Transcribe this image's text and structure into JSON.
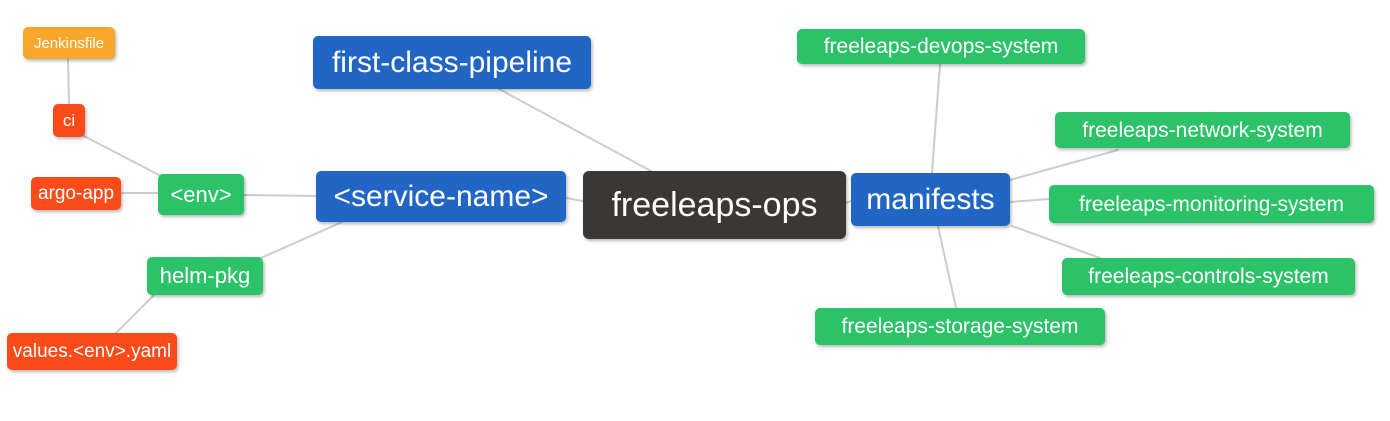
{
  "diagram": {
    "type": "mindmap",
    "background": "#ffffff",
    "edge_color": "#cccccc",
    "text_color": "#ffffff",
    "palette": {
      "blue": "#2166c5",
      "green": "#2bc268",
      "red": "#fb4b19",
      "amber": "#f9a72b",
      "dark": "#3b3735"
    },
    "nodes": [
      {
        "id": "jenkinsfile",
        "label": "Jenkinsfile",
        "color": "amber"
      },
      {
        "id": "ci",
        "label": "ci",
        "color": "red"
      },
      {
        "id": "argo-app",
        "label": "argo-app",
        "color": "red"
      },
      {
        "id": "env",
        "label": "<env>",
        "color": "green"
      },
      {
        "id": "service-name",
        "label": "<service-name>",
        "color": "blue"
      },
      {
        "id": "first-class-pipeline",
        "label": "first-class-pipeline",
        "color": "blue"
      },
      {
        "id": "helm-pkg",
        "label": "helm-pkg",
        "color": "green"
      },
      {
        "id": "values-env-yaml",
        "label": "values.<env>.yaml",
        "color": "red"
      },
      {
        "id": "freeleaps-ops",
        "label": "freeleaps-ops",
        "color": "dark"
      },
      {
        "id": "manifests",
        "label": "manifests",
        "color": "blue"
      },
      {
        "id": "freeleaps-devops-system",
        "label": "freeleaps-devops-system",
        "color": "green"
      },
      {
        "id": "freeleaps-network-system",
        "label": "freeleaps-network-system",
        "color": "green"
      },
      {
        "id": "freeleaps-monitoring-system",
        "label": "freeleaps-monitoring-system",
        "color": "green"
      },
      {
        "id": "freeleaps-controls-system",
        "label": "freeleaps-controls-system",
        "color": "green"
      },
      {
        "id": "freeleaps-storage-system",
        "label": "freeleaps-storage-system",
        "color": "green"
      }
    ],
    "edges": [
      {
        "from": "Jenkinsfile",
        "to": "ci"
      },
      {
        "from": "ci",
        "to": "<env>"
      },
      {
        "from": "argo-app",
        "to": "<env>"
      },
      {
        "from": "<env>",
        "to": "<service-name>"
      },
      {
        "from": "<service-name>",
        "to": "helm-pkg"
      },
      {
        "from": "helm-pkg",
        "to": "values.<env>.yaml"
      },
      {
        "from": "first-class-pipeline",
        "to": "freeleaps-ops"
      },
      {
        "from": "<service-name>",
        "to": "freeleaps-ops"
      },
      {
        "from": "freeleaps-ops",
        "to": "manifests"
      },
      {
        "from": "manifests",
        "to": "freeleaps-devops-system"
      },
      {
        "from": "manifests",
        "to": "freeleaps-network-system"
      },
      {
        "from": "manifests",
        "to": "freeleaps-monitoring-system"
      },
      {
        "from": "manifests",
        "to": "freeleaps-controls-system"
      },
      {
        "from": "manifests",
        "to": "freeleaps-storage-system"
      }
    ]
  }
}
